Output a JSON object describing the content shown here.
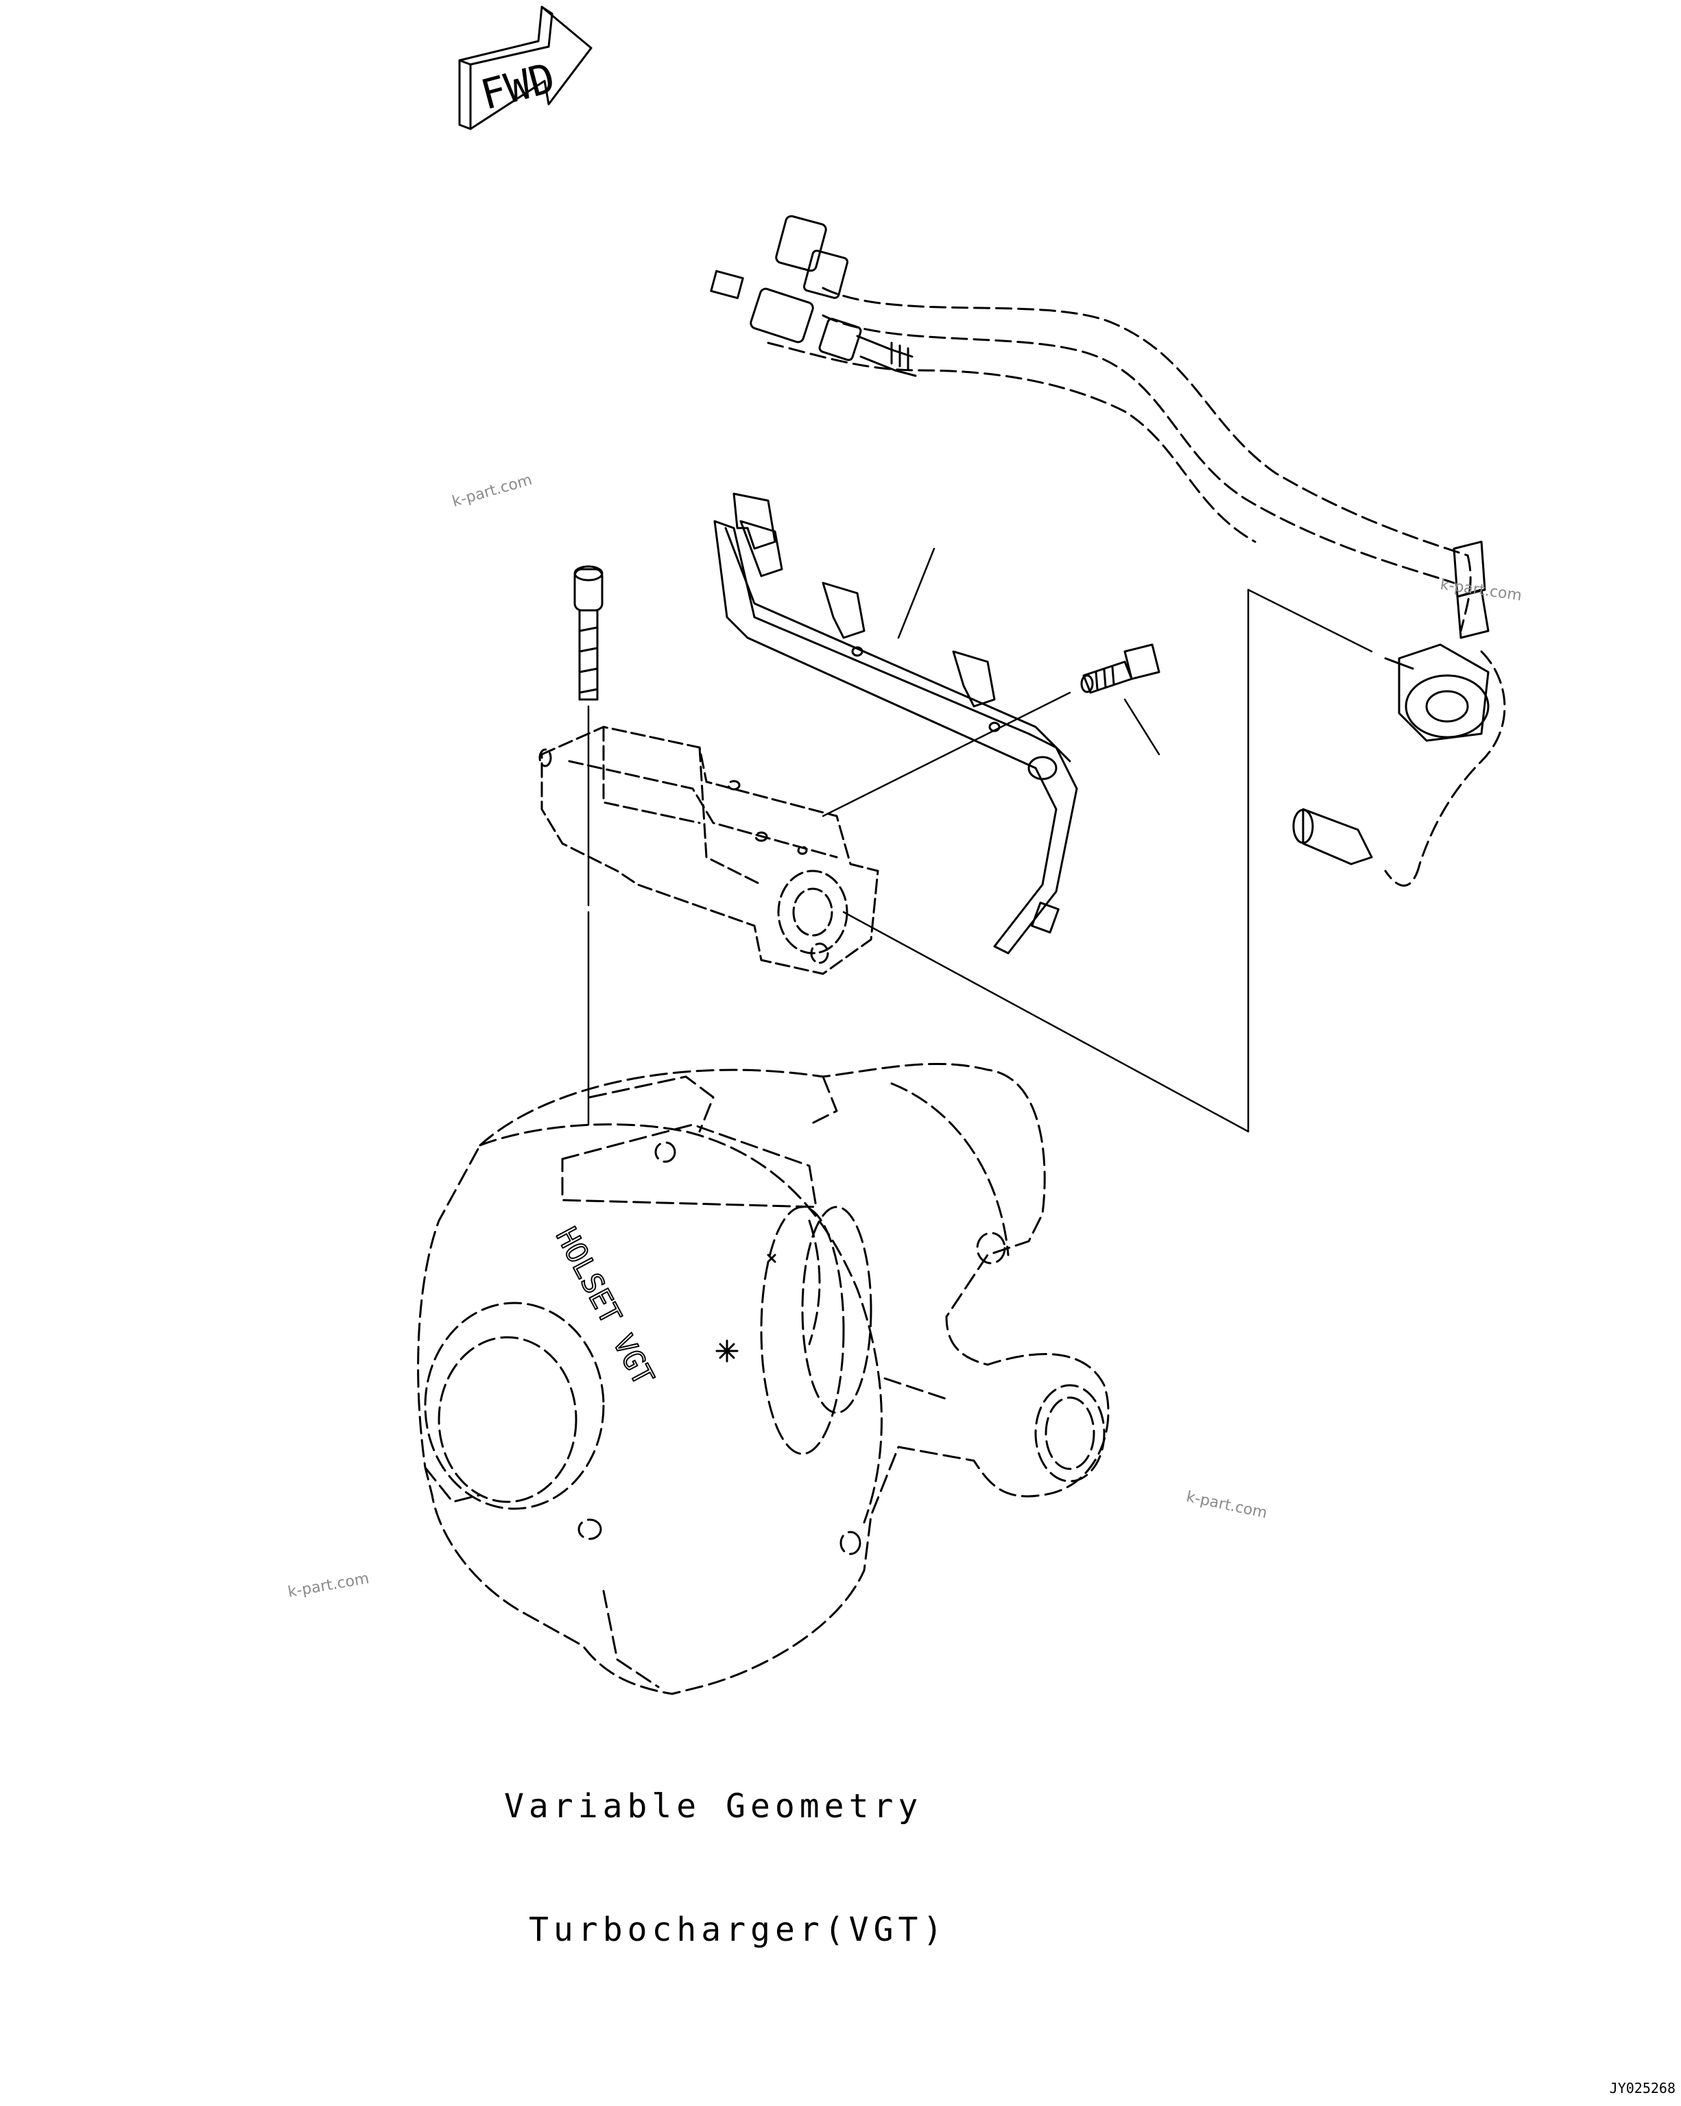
{
  "drawing": {
    "fwd_label": "FWD",
    "caption_line1": "Variable Geometry",
    "caption_line2": "Turbocharger(VGT)",
    "brand_text": "HOLSET VGT",
    "figure_id": "JY025268"
  },
  "watermarks": [
    "k-part.com",
    "k-part.com",
    "k-part.com",
    "k-part.com"
  ],
  "colors": {
    "line": "#000000",
    "watermark": "#8a8a8a",
    "background": "#ffffff"
  }
}
